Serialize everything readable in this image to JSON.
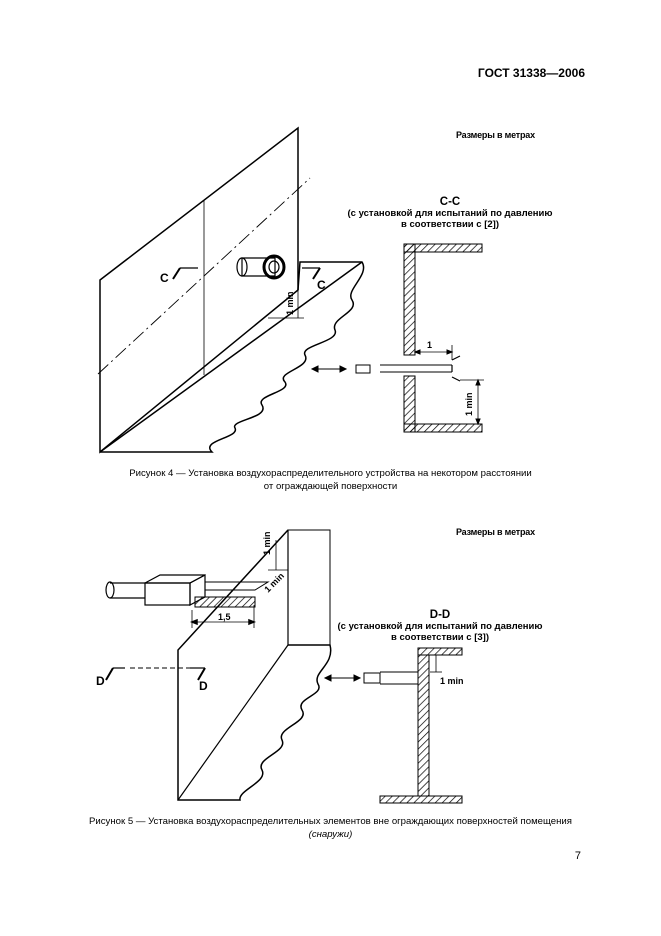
{
  "header": {
    "doc_id": "ГОСТ 31338—2006"
  },
  "figure4": {
    "dims_note": "Размеры в метрах",
    "section_title": "C-C",
    "section_sub1": "(с установкой для испытаний по давлению",
    "section_sub2": "в соответствии с [2])",
    "label_c": "C",
    "dim_1min": "1 min",
    "dim_1": "1",
    "caption_line1": "Рисунок 4 — Установка воздухораспределительного устройства на некотором расстоянии",
    "caption_line2": "от ограждающей поверхности"
  },
  "figure5": {
    "dims_note": "Размеры в метрах",
    "section_title": "D-D",
    "section_sub1": "(с установкой для испытаний по давлению",
    "section_sub2": "в соответствии с [3])",
    "label_d": "D",
    "dim_1min": "1 min",
    "dim_15": "1,5",
    "caption_line1": "Рисунок 5 — Установка воздухораспределительных элементов вне ограждающих поверхностей помещения",
    "caption_line2": "(снаружи)"
  },
  "footer": {
    "page_number": "7"
  }
}
